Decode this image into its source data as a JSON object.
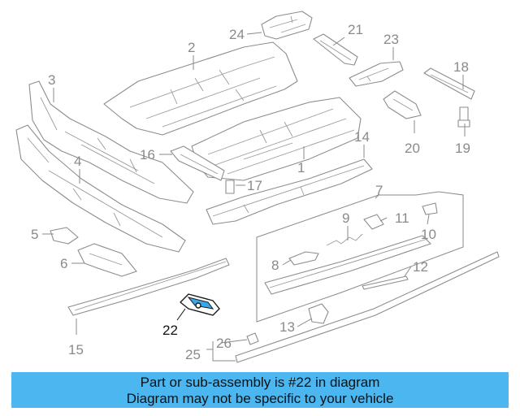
{
  "diagram": {
    "callouts": [
      "1",
      "2",
      "3",
      "4",
      "5",
      "6",
      "7",
      "8",
      "9",
      "10",
      "11",
      "12",
      "13",
      "14",
      "15",
      "16",
      "17",
      "18",
      "19",
      "20",
      "21",
      "22",
      "23",
      "24",
      "25",
      "26"
    ],
    "highlighted": "22"
  },
  "banner": {
    "line1": "Part or sub-assembly is #22 in diagram",
    "line2": "Diagram may not be specific to your vehicle"
  },
  "colors": {
    "banner": "#4bb6f0",
    "highlight": "#3aa8e8",
    "line_art": "#8d8d8d"
  }
}
